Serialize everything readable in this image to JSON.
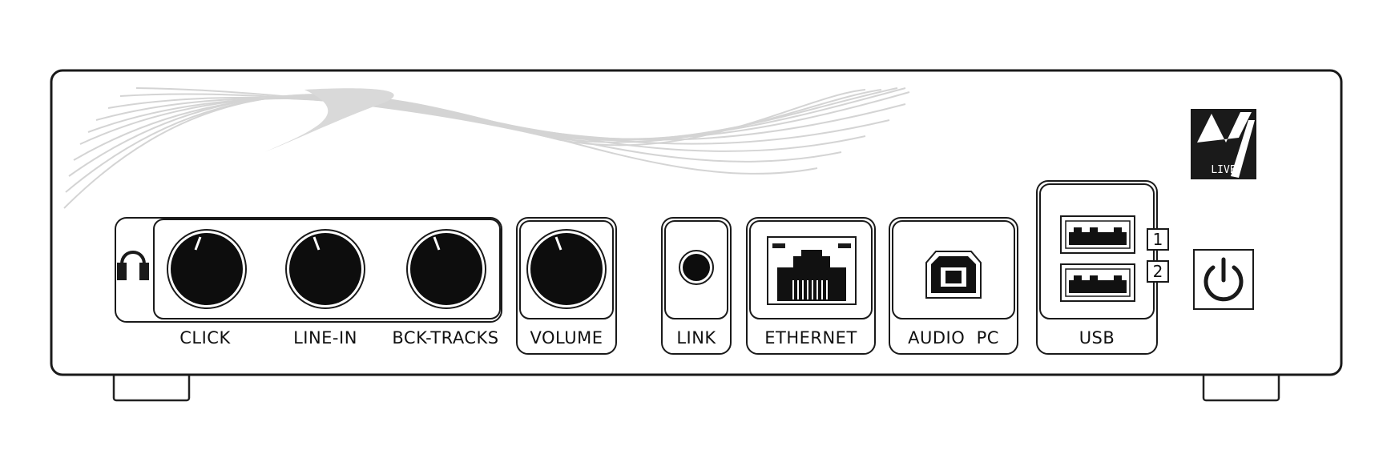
{
  "device": {
    "brand_logo_letter": "M",
    "brand_logo_sub": "LIVE",
    "knobs": [
      {
        "id": "click",
        "label": "CLICK"
      },
      {
        "id": "line-in",
        "label": "LINE-IN"
      },
      {
        "id": "bck-tracks",
        "label": "BCK-TRACKS"
      },
      {
        "id": "volume",
        "label": "VOLUME"
      }
    ],
    "ports": {
      "link": "LINK",
      "ethernet": "ETHERNET",
      "audio_pc": "AUDIO  PC",
      "usb": "USB",
      "usb_port_1": "1",
      "usb_port_2": "2"
    },
    "icons": {
      "headphones": "headphones-icon",
      "power": "power-icon"
    }
  }
}
